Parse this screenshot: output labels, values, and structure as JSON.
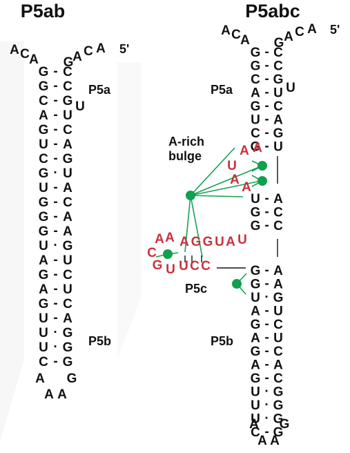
{
  "titles": {
    "left": "P5ab",
    "right": "P5abc"
  },
  "labels": {
    "left_p5a": "P5a",
    "left_p5b": "P5b",
    "right_p5a": "P5a",
    "right_p5b": "P5b",
    "right_p5c": "P5c",
    "bulge_line1": "A-rich",
    "bulge_line2": "bulge",
    "five_prime": "5'"
  },
  "colors": {
    "text": "#111111",
    "highlight": "#c8323c",
    "contact": "#12a150",
    "dot": "#10a050"
  },
  "left": {
    "tail_5p": [
      "G",
      "A",
      "C",
      "A"
    ],
    "tail_3p": [
      "A",
      "C",
      "A"
    ],
    "stem": [
      [
        "G",
        "-",
        "C"
      ],
      [
        "G",
        "-",
        "C"
      ],
      [
        "C",
        "-",
        "G"
      ],
      [
        "A",
        "-",
        "U"
      ],
      [
        "G",
        "-",
        "C"
      ],
      [
        "U",
        "-",
        "A"
      ],
      [
        "C",
        "-",
        "G"
      ],
      [
        "G",
        "·",
        "U"
      ],
      [
        "U",
        "-",
        "A"
      ],
      [
        "G",
        "-",
        "C"
      ],
      [
        "G",
        "-",
        "A"
      ],
      [
        "G",
        "-",
        "A"
      ],
      [
        "U",
        "·",
        "G"
      ],
      [
        "A",
        "-",
        "U"
      ],
      [
        "G",
        "-",
        "C"
      ],
      [
        "A",
        "-",
        "U"
      ],
      [
        "G",
        "-",
        "C"
      ],
      [
        "U",
        "-",
        "A"
      ],
      [
        "U",
        "·",
        "G"
      ],
      [
        "U",
        "·",
        "G"
      ],
      [
        "C",
        "-",
        "G"
      ]
    ],
    "bulge_right": "U",
    "loop": [
      "A",
      "A",
      "A",
      "G"
    ]
  },
  "right": {
    "tail_5p": [
      "G",
      "A",
      "C",
      "A"
    ],
    "tail_3p": [
      "A",
      "C",
      "A"
    ],
    "stem_top": [
      [
        "G",
        "-",
        "C"
      ],
      [
        "G",
        "-",
        "C"
      ],
      [
        "C",
        "-",
        "G"
      ],
      [
        "A",
        "-",
        "U"
      ],
      [
        "G",
        "-",
        "C"
      ],
      [
        "U",
        "-",
        "A"
      ],
      [
        "C",
        "-",
        "G"
      ],
      [
        "G",
        "-",
        "U"
      ]
    ],
    "bulge_right": "U",
    "a_rich": [
      "A",
      "A",
      "U",
      "A",
      "A"
    ],
    "stem_mid": [
      [
        "U",
        "-",
        "A"
      ],
      [
        "G",
        "-",
        "C"
      ],
      [
        "G",
        "-",
        "C"
      ]
    ],
    "p5c_top": [
      "A",
      "G",
      "G",
      "U",
      "A",
      "U"
    ],
    "p5c_loop": [
      "A",
      "A",
      "C"
    ],
    "p5c_bottom": [
      "G",
      "U",
      "U",
      "C",
      "C"
    ],
    "stem_bottom": [
      [
        "G",
        "-",
        "A"
      ],
      [
        "G",
        "-",
        "A"
      ],
      [
        "U",
        "·",
        "G"
      ],
      [
        "A",
        "-",
        "U"
      ],
      [
        "G",
        "-",
        "C"
      ],
      [
        "A",
        "-",
        "U"
      ],
      [
        "G",
        "-",
        "C"
      ],
      [
        "A",
        "-",
        "A"
      ],
      [
        "G",
        "-",
        "C"
      ],
      [
        "U",
        "·",
        "G"
      ],
      [
        "U",
        "·",
        "G"
      ],
      [
        "U",
        "·",
        "G"
      ],
      [
        "C",
        "-",
        "G"
      ]
    ],
    "loop": [
      "A",
      "A",
      "A",
      "G"
    ]
  }
}
